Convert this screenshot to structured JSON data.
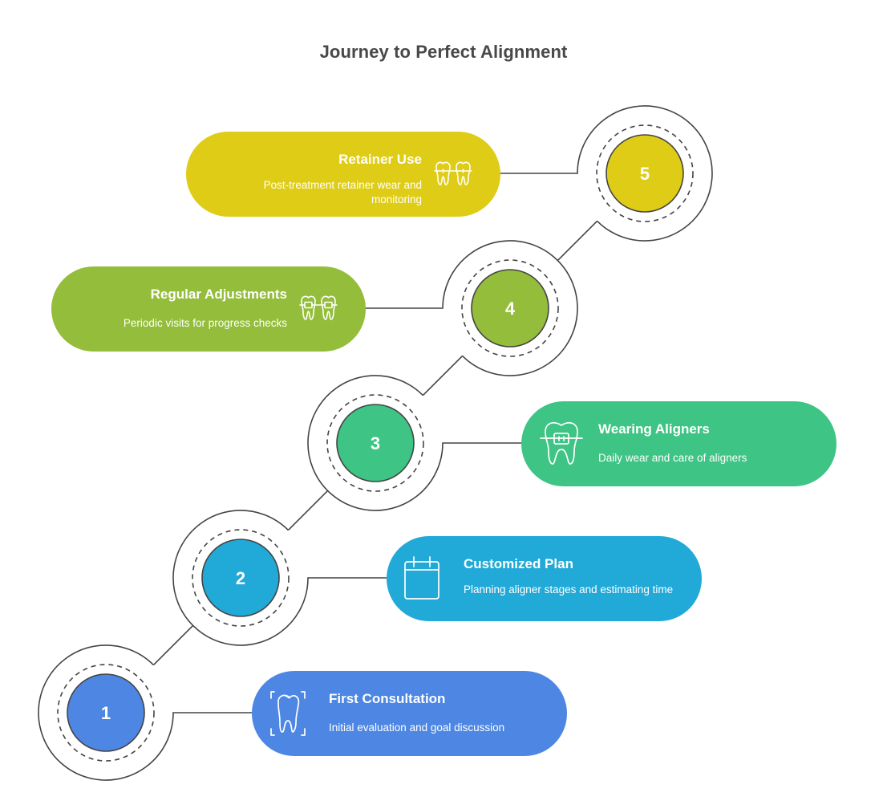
{
  "title": "Journey to Perfect Alignment",
  "colors": {
    "stroke": "#444444",
    "step1": "#4D87E3",
    "step2": "#21A9D8",
    "step3": "#3EC484",
    "step4": "#93BD3A",
    "step5": "#DFCC16"
  },
  "steps": [
    {
      "number": "1",
      "heading": "First Consultation",
      "description": "Initial evaluation and goal discussion",
      "icon": "tooth-scan-icon",
      "color": "#4D87E3"
    },
    {
      "number": "2",
      "heading": "Customized Plan",
      "description": "Planning aligner stages and estimating time",
      "icon": "calendar-icon",
      "color": "#21A9D8"
    },
    {
      "number": "3",
      "heading": "Wearing Aligners",
      "description": "Daily wear and care of aligners",
      "icon": "tooth-braces-icon",
      "color": "#3EC484"
    },
    {
      "number": "4",
      "heading": "Regular Adjustments",
      "description": "Periodic visits for progress checks",
      "icon": "teeth-braces-icon",
      "color": "#93BD3A"
    },
    {
      "number": "5",
      "heading": "Retainer Use",
      "description": "Post-treatment retainer wear and monitoring",
      "icon": "teeth-retainer-icon",
      "color": "#DFCC16"
    }
  ]
}
